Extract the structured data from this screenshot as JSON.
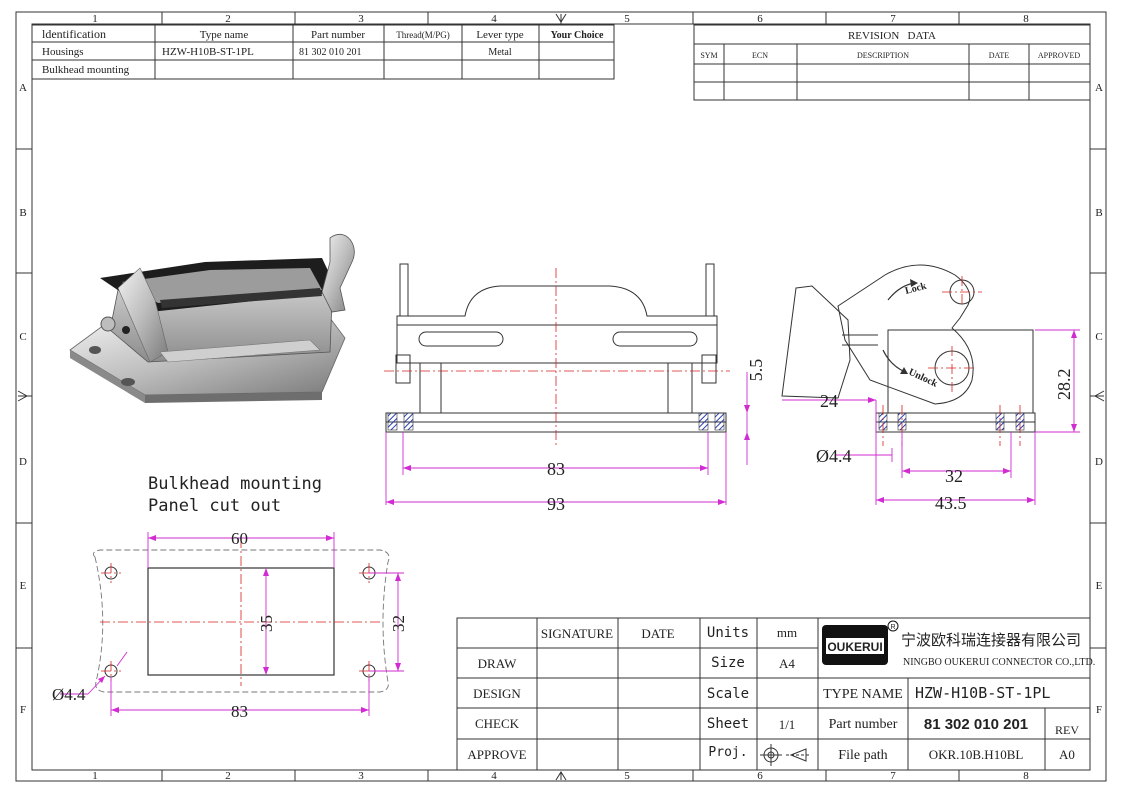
{
  "grid": {
    "columns": [
      "1",
      "2",
      "3",
      "4",
      "5",
      "6",
      "7",
      "8"
    ],
    "rows": [
      "A",
      "B",
      "C",
      "D",
      "E",
      "F"
    ]
  },
  "ident_table": {
    "headers": [
      "ldentification",
      "Type name",
      "Part number",
      "Thread(M/PG)",
      "Lever type",
      "Your Choice"
    ],
    "rows": [
      [
        "Housings",
        "HZW-H10B-ST-1PL",
        "81 302 010 201",
        "",
        "Metal",
        ""
      ],
      [
        "Bulkhead mounting",
        "",
        "",
        "",
        "",
        ""
      ]
    ]
  },
  "revision": {
    "title": "REVISION   DATA",
    "headers": [
      "SYM",
      "ECN",
      "DESCRIPTION",
      "DATE",
      "APPROVED"
    ]
  },
  "front_view": {
    "dim_inner": "83",
    "dim_outer": "93",
    "dim_height": "5.5"
  },
  "side_view": {
    "lock_label": "Lock",
    "unlock_label": "Unlock",
    "dim_24": "24",
    "dim_hole": "Ø4.4",
    "dim_32": "32",
    "dim_43": "43.5",
    "dim_28": "28.2"
  },
  "cutout": {
    "title_line1": "Bulkhead mounting",
    "title_line2": "Panel cut out",
    "dim_60": "60",
    "dim_35": "35",
    "dim_32": "32",
    "dim_83": "83",
    "dim_hole": "Ø4.4"
  },
  "title_block": {
    "signature": "SIGNATURE",
    "date": "DATE",
    "draw": "DRAW",
    "design": "DESIGN",
    "check": "CHECK",
    "approve": "APPROVE",
    "units_label": "Units",
    "units_value": "mm",
    "size_label": "Size",
    "size_value": "A4",
    "scale_label": "Scale",
    "scale_value": "",
    "sheet_label": "Sheet",
    "sheet_value": "1/1",
    "proj_label": "Proj.",
    "logo_text": "OUKERUI",
    "company_cn": "宁波欧科瑞连接器有限公司",
    "company_en": "NINGBO OUKERUI CONNECTOR CO.,LTD.",
    "type_name_label": "TYPE NAME",
    "type_name_value": "HZW-H10B-ST-1PL",
    "part_number_label": "Part number",
    "part_number_value": "81 302 010 201",
    "rev_label": "REV",
    "file_path_label": "File path",
    "file_path_value": "OKR.10B.H10BL",
    "rev_value": "A0"
  },
  "colors": {
    "dimension": "#d12bd1",
    "centerline": "#d92020",
    "line": "#333333",
    "hatch": "#2a3fb0"
  }
}
